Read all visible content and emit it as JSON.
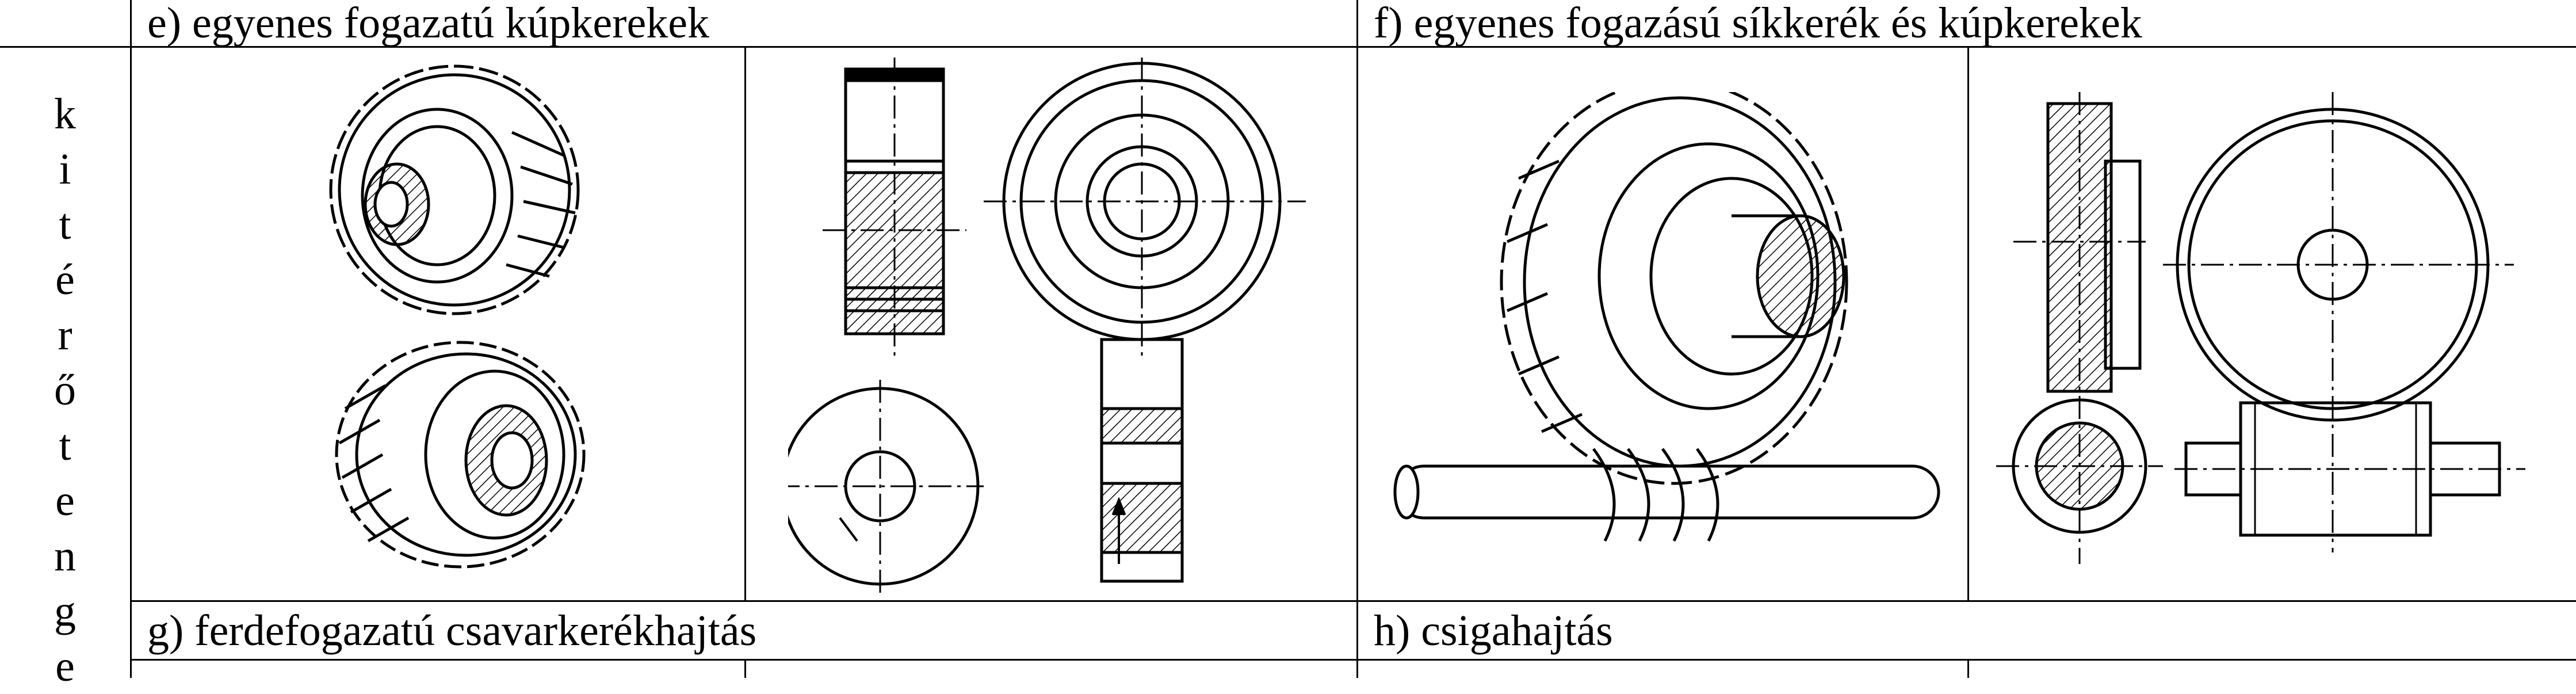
{
  "captions": {
    "e": "e) egyenes fogazatú kúpkerekek",
    "f": "f) egyenes fogazású síkkerék és kúpkerekek",
    "g": "g) ferdefogazatú csavarkerékhajtás",
    "h": "h) csigahajtás"
  },
  "side_label_letters": [
    "k",
    "i",
    "t",
    "é",
    "r",
    "ő",
    "t",
    "e",
    "n",
    "g",
    "e"
  ],
  "figures": {
    "e_picture": "helical-crossed-gears-drawing",
    "e_section": "crossed-helical-gear-orthographic",
    "f_picture": "worm-and-wheel-drawing",
    "f_section": "worm-drive-orthographic"
  }
}
